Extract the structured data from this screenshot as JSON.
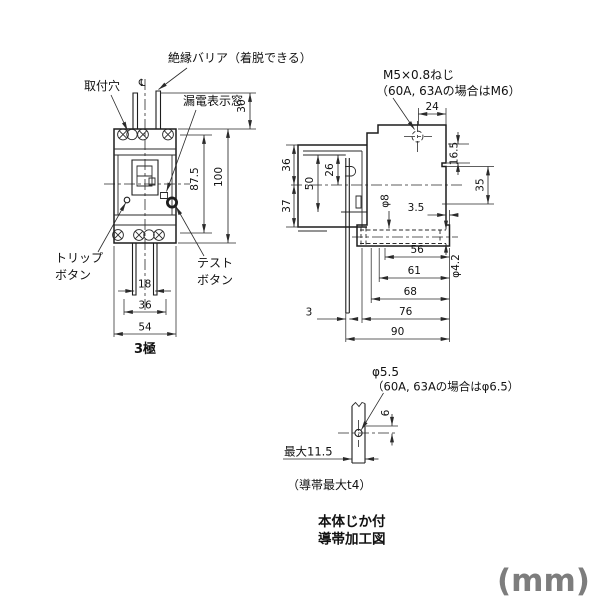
{
  "front": {
    "labels": {
      "insulation_barrier": "絶縁バリア（着脱できる）",
      "mounting_hole": "取付穴",
      "centerline_mark": "℄",
      "leakage_indicator_window": "漏電表示窓",
      "trip_button_line1": "トリップ",
      "trip_button_line2": "ボタン",
      "test_button_line1": "テスト",
      "test_button_line2": "ボタン",
      "pole_caption": "3極"
    },
    "dims": {
      "d30": "30",
      "d87_5": "87.5",
      "d100": "100",
      "d18": "18",
      "d36": "36",
      "d54": "54"
    }
  },
  "side": {
    "labels": {
      "screw_spec_line1": "M5×0.8ねじ",
      "screw_spec_line2": "（60A, 63Aの場合はM6）"
    },
    "dims": {
      "d24": "24",
      "d36": "36",
      "d37": "37",
      "d50": "50",
      "d26": "26",
      "d16_5": "16.5",
      "d35": "35",
      "dia8": "φ8",
      "d3_5": "3.5",
      "d56": "56",
      "d61": "61",
      "d68": "68",
      "d76": "76",
      "d90": "90",
      "d3": "3",
      "dia4_2": "φ4.2"
    }
  },
  "detail": {
    "labels": {
      "hole_dia": "φ5.5",
      "hole_dia_note": "（60A, 63Aの場合はφ6.5）",
      "strip_note": "（導帯最大t4）",
      "caption_line1": "本体じか付",
      "caption_line2": "導帯加工図"
    },
    "dims": {
      "d6": "6",
      "max_11_5": "最大11.5"
    }
  },
  "footer": {
    "unit_label": "(mm)"
  }
}
